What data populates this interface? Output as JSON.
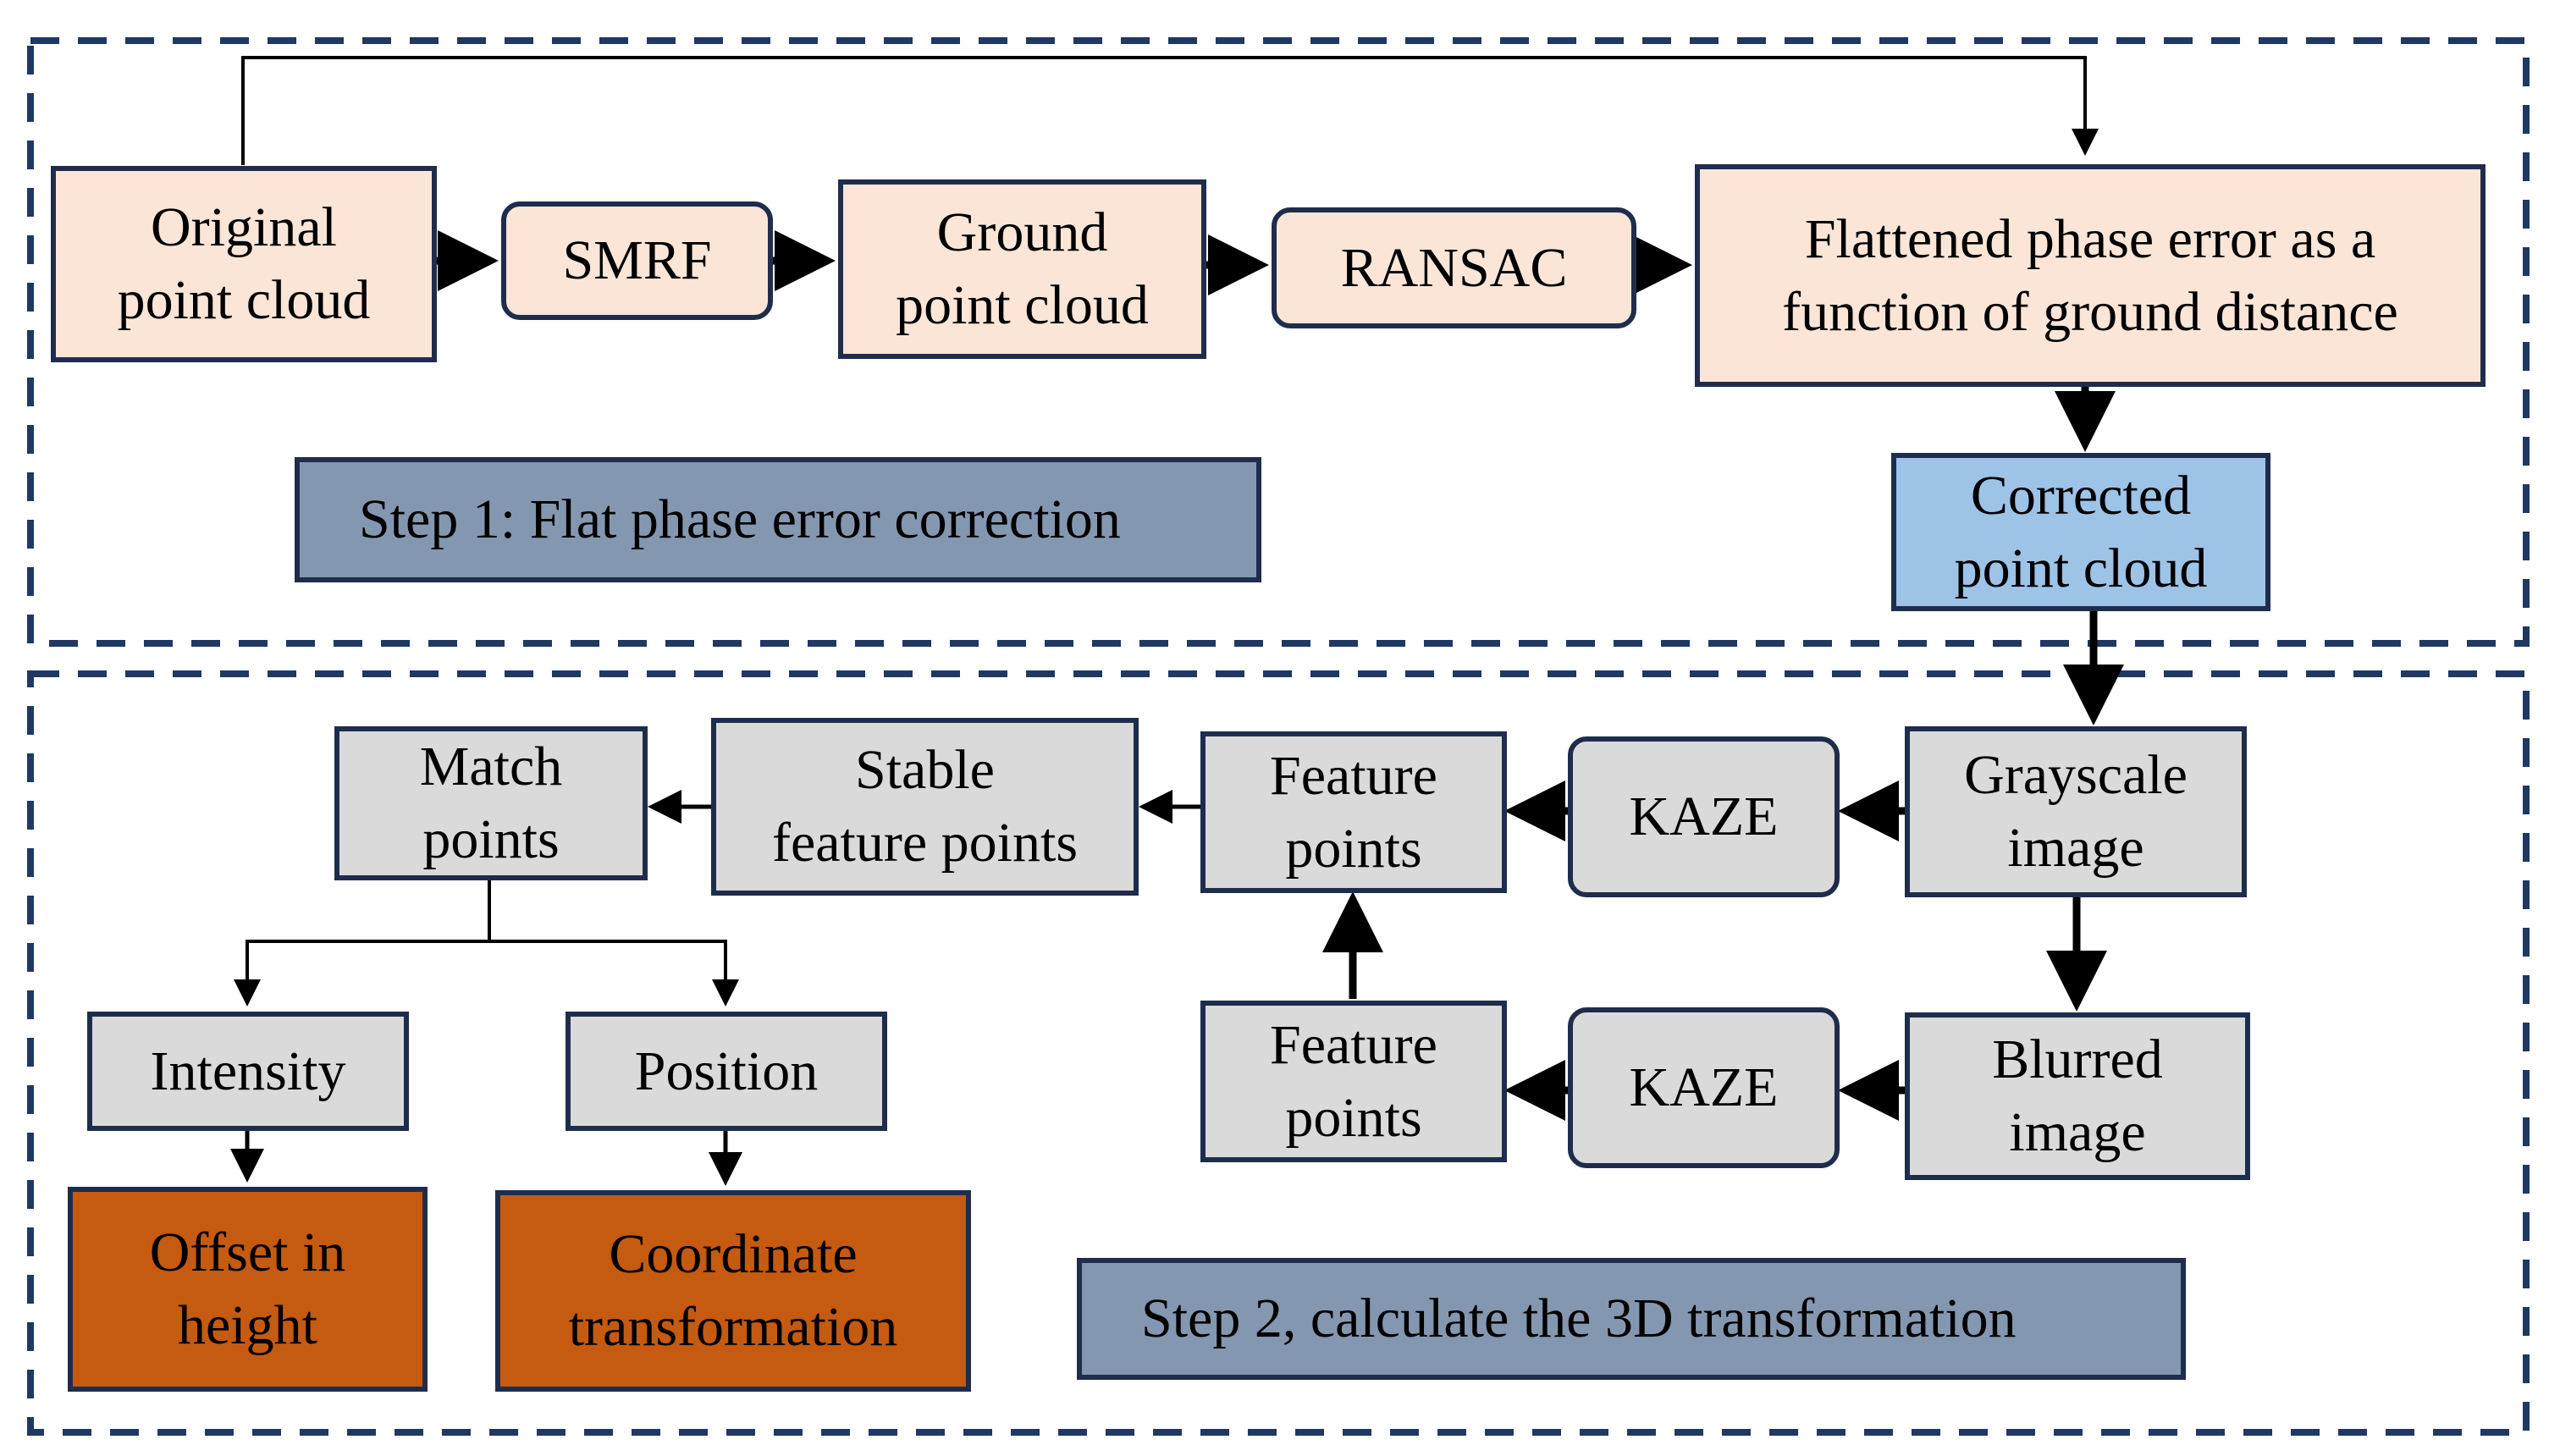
{
  "colors": {
    "peach": "#fbe5d6",
    "corrected_blue": "#9dc3e6",
    "gray": "#dadada",
    "output_orange": "#c55a11",
    "step_label": "#8497b0",
    "border": "#1f2d4d",
    "dashed_frame": "#1f3864"
  },
  "step1": {
    "label": "Step 1: Flat phase error correction",
    "nodes": {
      "original_point_cloud": "Original\npoint cloud",
      "smrf": "SMRF",
      "ground_point_cloud": "Ground\npoint cloud",
      "ransac": "RANSAC",
      "flattened_phase_error": "Flattened phase error as a\nfunction of ground distance",
      "corrected_point_cloud": "Corrected\npoint cloud"
    }
  },
  "step2": {
    "label": "Step 2, calculate the 3D transformation",
    "nodes": {
      "grayscale_image": "Grayscale\nimage",
      "kaze_top": "KAZE",
      "feature_points_top": "Feature\npoints",
      "stable_feature_points": "Stable\nfeature points",
      "match_points": "Match\npoints",
      "blurred_image": "Blurred\nimage",
      "kaze_bottom": "KAZE",
      "feature_points_bottom": "Feature\npoints",
      "intensity": "Intensity",
      "position": "Position",
      "offset_in_height": "Offset in\nheight",
      "coordinate_transformation": "Coordinate\ntransformation"
    }
  }
}
